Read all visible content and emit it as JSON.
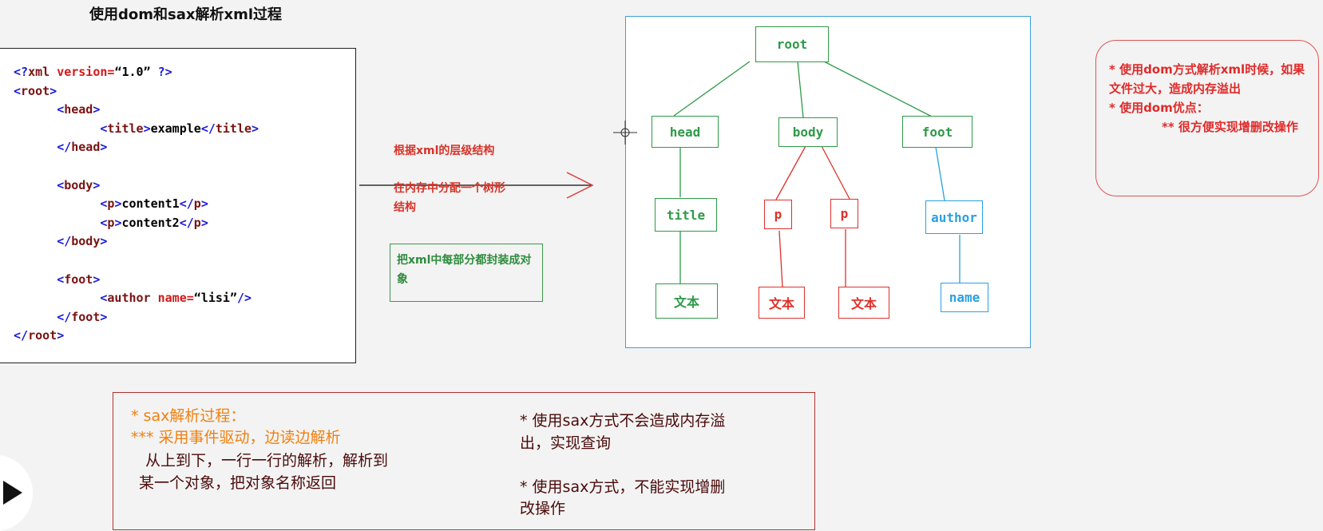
{
  "title": "使用dom和sax解析xml过程",
  "xml_lines": [
    [
      [
        "br",
        "<?"
      ],
      [
        "tag",
        "xml "
      ],
      [
        "attr",
        "version="
      ],
      [
        "txt",
        "“1.0” "
      ],
      [
        "br",
        "?>"
      ]
    ],
    [
      [
        "br",
        "<"
      ],
      [
        "tag",
        "root"
      ],
      [
        "br",
        ">"
      ]
    ],
    [
      [
        "sp",
        "      "
      ],
      [
        "br",
        "<"
      ],
      [
        "tag",
        "head"
      ],
      [
        "br",
        ">"
      ]
    ],
    [
      [
        "sp",
        "            "
      ],
      [
        "br",
        "<"
      ],
      [
        "tag",
        "title"
      ],
      [
        "br",
        ">"
      ],
      [
        "txt",
        "example"
      ],
      [
        "br",
        "</"
      ],
      [
        "tag",
        "title"
      ],
      [
        "br",
        ">"
      ]
    ],
    [
      [
        "sp",
        "      "
      ],
      [
        "br",
        "</"
      ],
      [
        "tag",
        "head"
      ],
      [
        "br",
        ">"
      ]
    ],
    [],
    [
      [
        "sp",
        "      "
      ],
      [
        "br",
        "<"
      ],
      [
        "tag",
        "body"
      ],
      [
        "br",
        ">"
      ]
    ],
    [
      [
        "sp",
        "            "
      ],
      [
        "br",
        "<"
      ],
      [
        "tag",
        "p"
      ],
      [
        "br",
        ">"
      ],
      [
        "txt",
        "content1"
      ],
      [
        "br",
        "</"
      ],
      [
        "tag",
        "p"
      ],
      [
        "br",
        ">"
      ]
    ],
    [
      [
        "sp",
        "            "
      ],
      [
        "br",
        "<"
      ],
      [
        "tag",
        "p"
      ],
      [
        "br",
        ">"
      ],
      [
        "txt",
        "content2"
      ],
      [
        "br",
        "</"
      ],
      [
        "tag",
        "p"
      ],
      [
        "br",
        ">"
      ]
    ],
    [
      [
        "sp",
        "      "
      ],
      [
        "br",
        "</"
      ],
      [
        "tag",
        "body"
      ],
      [
        "br",
        ">"
      ]
    ],
    [],
    [
      [
        "sp",
        "      "
      ],
      [
        "br",
        "<"
      ],
      [
        "tag",
        "foot"
      ],
      [
        "br",
        ">"
      ]
    ],
    [
      [
        "sp",
        "            "
      ],
      [
        "br",
        "<"
      ],
      [
        "tag",
        "author "
      ],
      [
        "attr",
        "name="
      ],
      [
        "txt",
        "“lisi”"
      ],
      [
        "br",
        "/>"
      ]
    ],
    [
      [
        "sp",
        "      "
      ],
      [
        "br",
        "</"
      ],
      [
        "tag",
        "foot"
      ],
      [
        "br",
        ">"
      ]
    ],
    [
      [
        "br",
        "</"
      ],
      [
        "tag",
        "root"
      ],
      [
        "br",
        ">"
      ]
    ]
  ],
  "middle": {
    "note1": "根据xml的层级结构",
    "note2_line1": "在内存中分配一个树形",
    "note2_line2": "结构",
    "green_box": "把xml中每部分都封装成对象"
  },
  "tree": {
    "root": "root",
    "head": "head",
    "body": "body",
    "foot": "foot",
    "title": "title",
    "p1": "p",
    "p2": "p",
    "author": "author",
    "text1": "文本",
    "text2": "文本",
    "text3": "文本",
    "name": "name"
  },
  "right_box": {
    "line1": "* 使用dom方式解析xml时候，如果文件过大，造成内存溢出",
    "line2": "* 使用dom优点：",
    "line3": "** 很方便实现增删改操作"
  },
  "bottom_box": {
    "sax_title": "* sax解析过程：",
    "sax_event": "*** 采用事件驱动，边读边解析",
    "sax_desc1": "从上到下，一行一行的解析，解析到",
    "sax_desc2": "某一个对象，把对象名称返回",
    "adv1_line1": "* 使用sax方式不会造成内存溢",
    "adv1_line2": "出，实现查询",
    "adv2_line1": "* 使用sax方式，不能实现增删",
    "adv2_line2": "改操作"
  },
  "colors": {
    "tree_green": "#2e9a48",
    "tree_red": "#e0302a",
    "tree_blue": "#2aa0e0",
    "note_red": "#d6342a",
    "orange": "#f08010",
    "dark_red": "#6e0e0e"
  }
}
